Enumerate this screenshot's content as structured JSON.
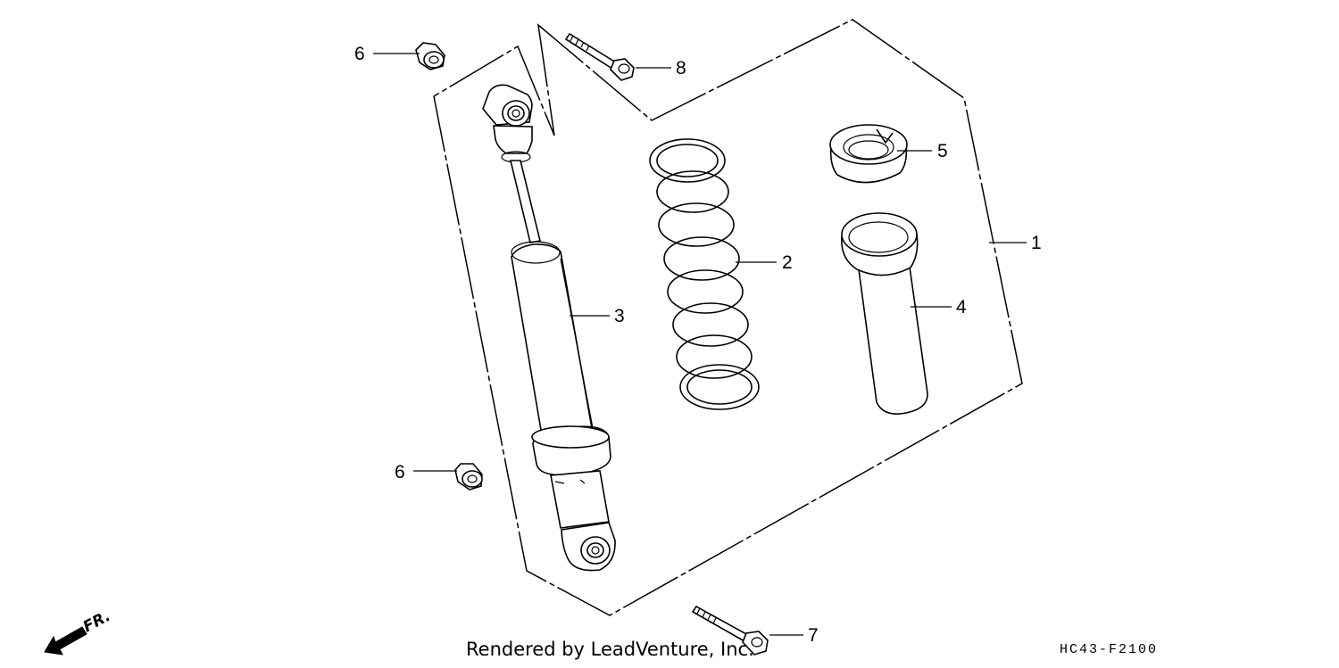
{
  "diagram": {
    "part_numbers": {
      "p1": "1",
      "p2": "2",
      "p3": "3",
      "p4": "4",
      "p5": "5",
      "p6_top": "6",
      "p6_bottom": "6",
      "p7": "7",
      "p8": "8"
    },
    "front_indicator": "FR.",
    "footer": "Rendered by LeadVenture, Inc.",
    "diagram_code": "HC43-F2100"
  }
}
